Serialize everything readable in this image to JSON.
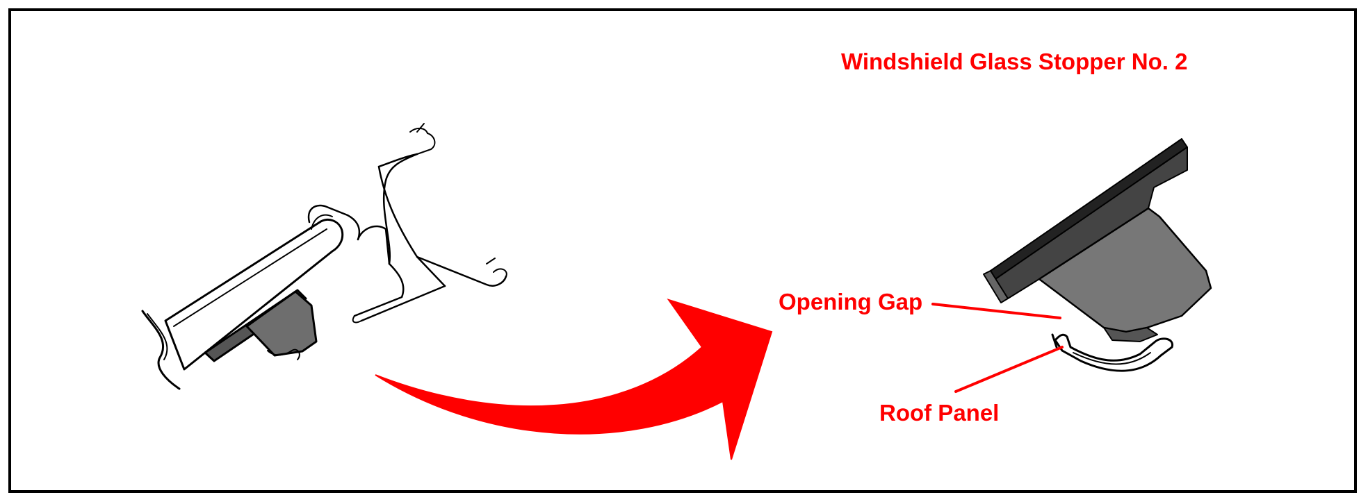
{
  "diagram": {
    "title": "Windshield Glass Stopper No. 2",
    "labels": {
      "opening_gap": "Opening Gap",
      "roof_panel": "Roof Panel"
    },
    "colors": {
      "label_text": "#ff0000",
      "arrow": "#ff0000",
      "stopper": "#777777",
      "outline": "#000000",
      "frame": "#000000"
    }
  }
}
